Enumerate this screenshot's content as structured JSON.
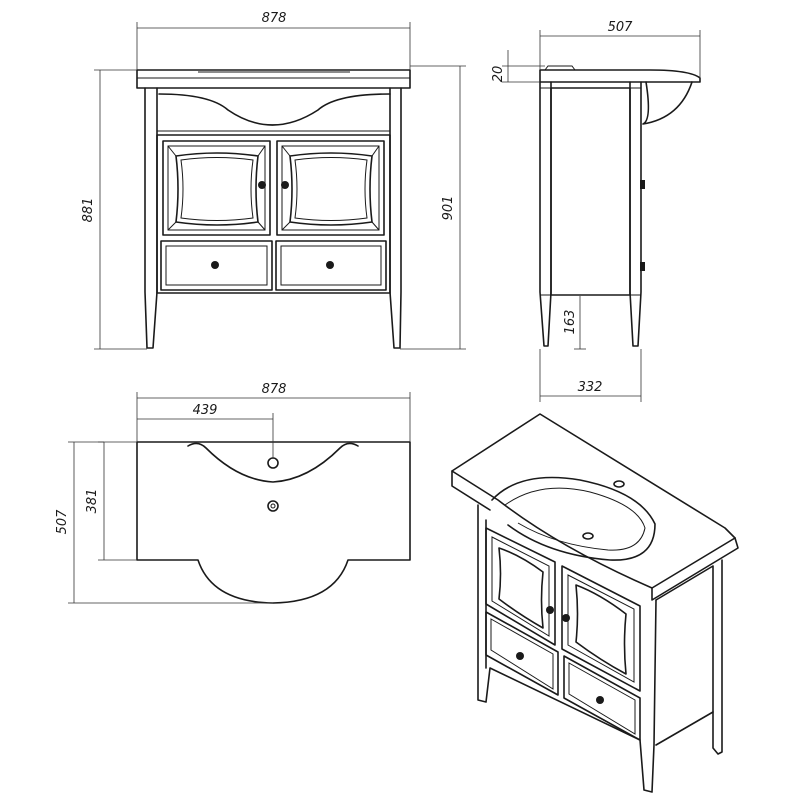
{
  "dimensions": {
    "front_width": "878",
    "front_height": "881",
    "front_total_height": "901",
    "side_depth": "507",
    "side_top_thickness": "20",
    "side_leg_height": "163",
    "side_base_depth": "332",
    "top_width": "878",
    "top_drain_offset": "439",
    "top_inner_depth": "381",
    "top_depth": "507"
  }
}
